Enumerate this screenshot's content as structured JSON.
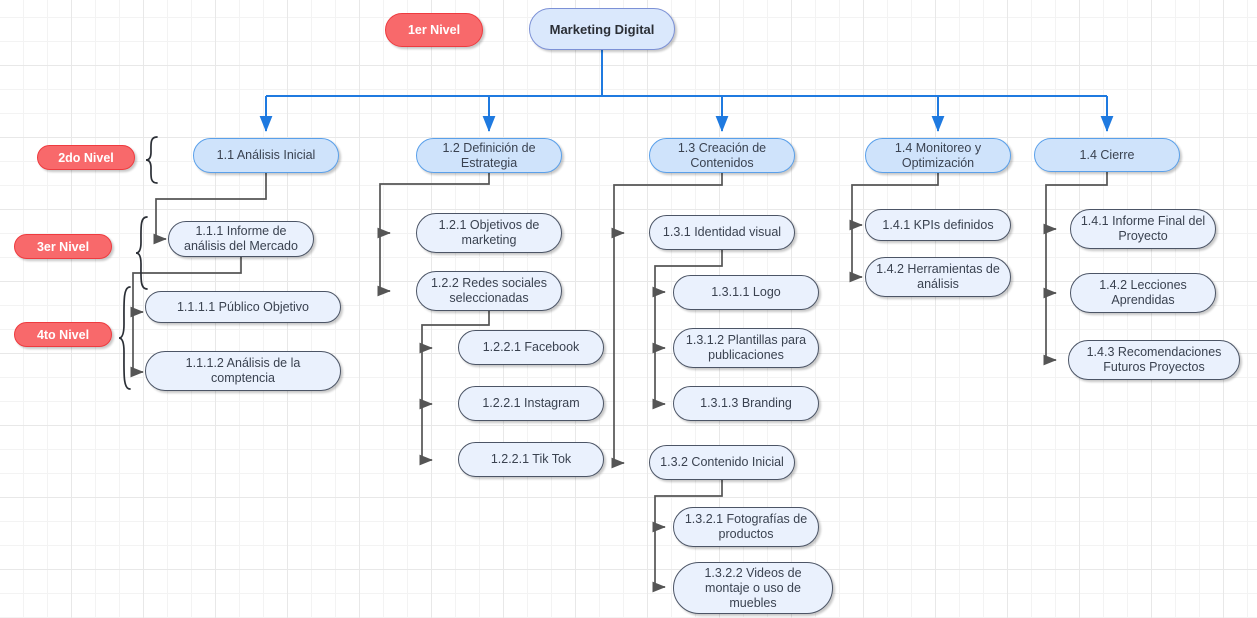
{
  "diagram": {
    "title": "Marketing Digital",
    "type": "wbs-tree",
    "colors": {
      "root_fill": "#dae8fc",
      "root_stroke": "#7c91d6",
      "level2_fill": "#cfe3fb",
      "level2_stroke": "#5aa0ea",
      "level3_fill": "#eaf1fd",
      "level3_stroke": "#4c5566",
      "level_pill_fill": "#f8696b",
      "level_pill_stroke": "#ee3b3f",
      "blue_edge": "#1f7ae0",
      "gray_edge": "#555555",
      "grid": "#e8e8e8"
    },
    "level_labels": [
      {
        "id": "nivel-1",
        "label": "1er Nivel"
      },
      {
        "id": "nivel-2",
        "label": "2do Nivel"
      },
      {
        "id": "nivel-3",
        "label": "3er Nivel"
      },
      {
        "id": "nivel-4",
        "label": "4to Nivel"
      }
    ],
    "root": {
      "id": "root",
      "label": "Marketing Digital"
    },
    "nodes": [
      {
        "id": "n11",
        "label": "1.1 Análisis Inicial"
      },
      {
        "id": "n111",
        "label": "1.1.1 Informe de análisis del Mercado"
      },
      {
        "id": "n1111",
        "label": "1.1.1.1 Público Objetivo"
      },
      {
        "id": "n1112",
        "label": "1.1.1.2 Análisis de la comptencia"
      },
      {
        "id": "n12",
        "label": "1.2 Definición de Estrategia"
      },
      {
        "id": "n121",
        "label": "1.2.1 Objetivos de marketing"
      },
      {
        "id": "n122",
        "label": "1.2.2 Redes sociales seleccionadas"
      },
      {
        "id": "n1221a",
        "label": "1.2.2.1 Facebook"
      },
      {
        "id": "n1221b",
        "label": "1.2.2.1 Instagram"
      },
      {
        "id": "n1221c",
        "label": "1.2.2.1 Tik Tok"
      },
      {
        "id": "n13",
        "label": "1.3 Creación de Contenidos"
      },
      {
        "id": "n131",
        "label": "1.3.1 Identidad visual"
      },
      {
        "id": "n1311",
        "label": "1.3.1.1 Logo"
      },
      {
        "id": "n1312",
        "label": "1.3.1.2 Plantillas para publicaciones"
      },
      {
        "id": "n1313",
        "label": "1.3.1.3 Branding"
      },
      {
        "id": "n132",
        "label": "1.3.2 Contenido Inicial"
      },
      {
        "id": "n1321",
        "label": "1.3.2.1 Fotografías de productos"
      },
      {
        "id": "n1322",
        "label": "1.3.2.2 Videos de montaje o uso de muebles"
      },
      {
        "id": "n14m",
        "label": "1.4 Monitoreo y Optimización"
      },
      {
        "id": "n141k",
        "label": "1.4.1 KPIs definidos"
      },
      {
        "id": "n142h",
        "label": "1.4.2 Herramientas de análisis"
      },
      {
        "id": "n14c",
        "label": "1.4 Cierre"
      },
      {
        "id": "n141i",
        "label": "1.4.1 Informe Final del Proyecto"
      },
      {
        "id": "n142l",
        "label": "1.4.2 Lecciones Aprendidas"
      },
      {
        "id": "n143r",
        "label": "1.4.3 Recomendaciones Futuros Proyectos"
      }
    ]
  }
}
